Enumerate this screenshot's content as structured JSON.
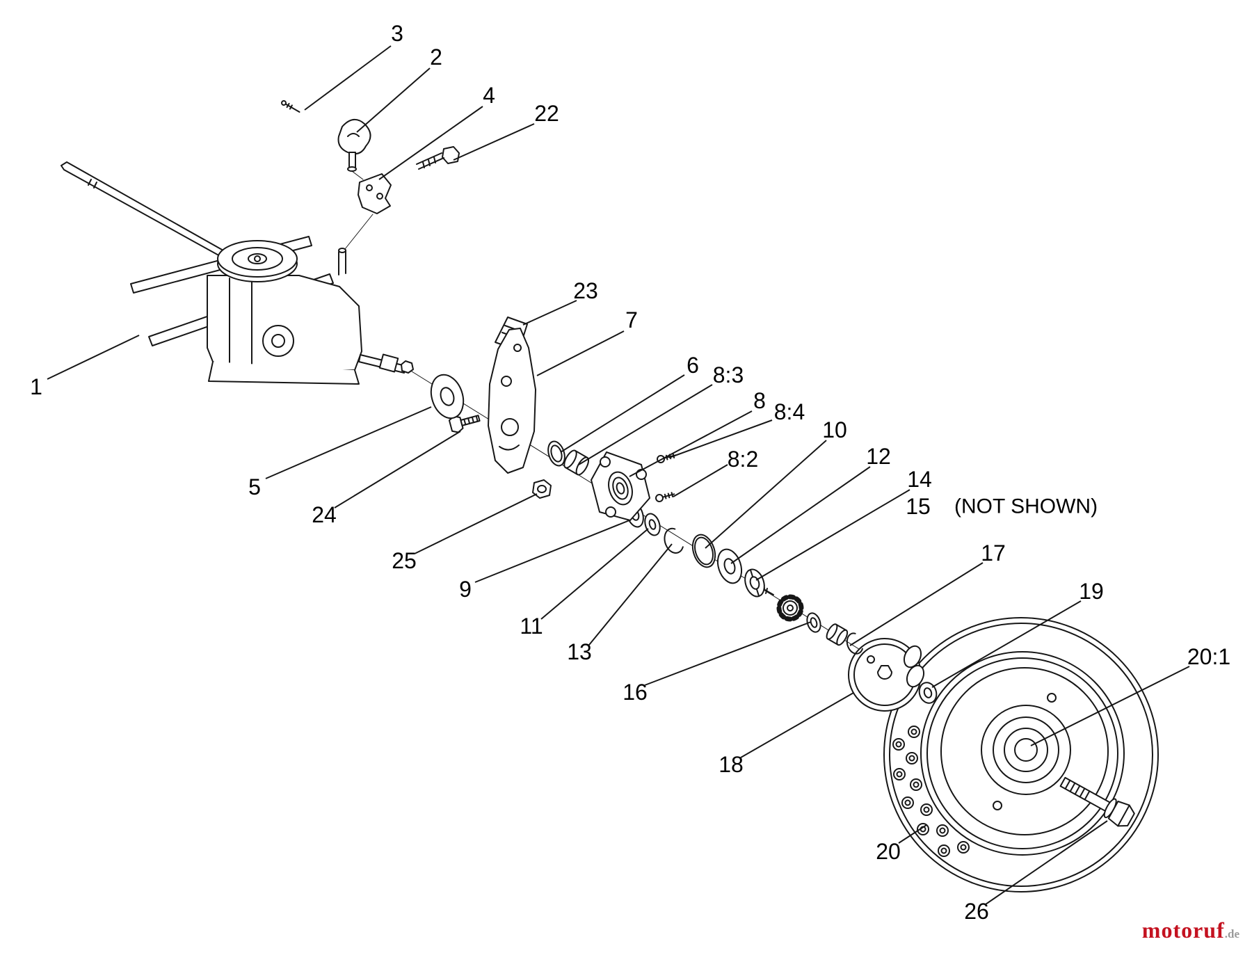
{
  "diagram": {
    "not_shown_note": "(NOT SHOWN)"
  },
  "callouts": [
    {
      "id": "1",
      "label": "1"
    },
    {
      "id": "2",
      "label": "2"
    },
    {
      "id": "3",
      "label": "3"
    },
    {
      "id": "4",
      "label": "4"
    },
    {
      "id": "5",
      "label": "5"
    },
    {
      "id": "6",
      "label": "6"
    },
    {
      "id": "7",
      "label": "7"
    },
    {
      "id": "8",
      "label": "8"
    },
    {
      "id": "8:2",
      "label": "8:2"
    },
    {
      "id": "8:3",
      "label": "8:3"
    },
    {
      "id": "8:4",
      "label": "8:4"
    },
    {
      "id": "9",
      "label": "9"
    },
    {
      "id": "10",
      "label": "10"
    },
    {
      "id": "11",
      "label": "11"
    },
    {
      "id": "12",
      "label": "12"
    },
    {
      "id": "13",
      "label": "13"
    },
    {
      "id": "14",
      "label": "14"
    },
    {
      "id": "15",
      "label": "15"
    },
    {
      "id": "16",
      "label": "16"
    },
    {
      "id": "17",
      "label": "17"
    },
    {
      "id": "18",
      "label": "18"
    },
    {
      "id": "19",
      "label": "19"
    },
    {
      "id": "20",
      "label": "20"
    },
    {
      "id": "20:1",
      "label": "20:1"
    },
    {
      "id": "22",
      "label": "22"
    },
    {
      "id": "23",
      "label": "23"
    },
    {
      "id": "24",
      "label": "24"
    },
    {
      "id": "25",
      "label": "25"
    },
    {
      "id": "26",
      "label": "26"
    }
  ],
  "watermark": {
    "brand": "motoruf",
    "tld": ".de",
    "brand_color": "#c41220",
    "tld_color": "#9a9a9a"
  },
  "colors": {
    "line": "#161616",
    "background": "#ffffff"
  }
}
